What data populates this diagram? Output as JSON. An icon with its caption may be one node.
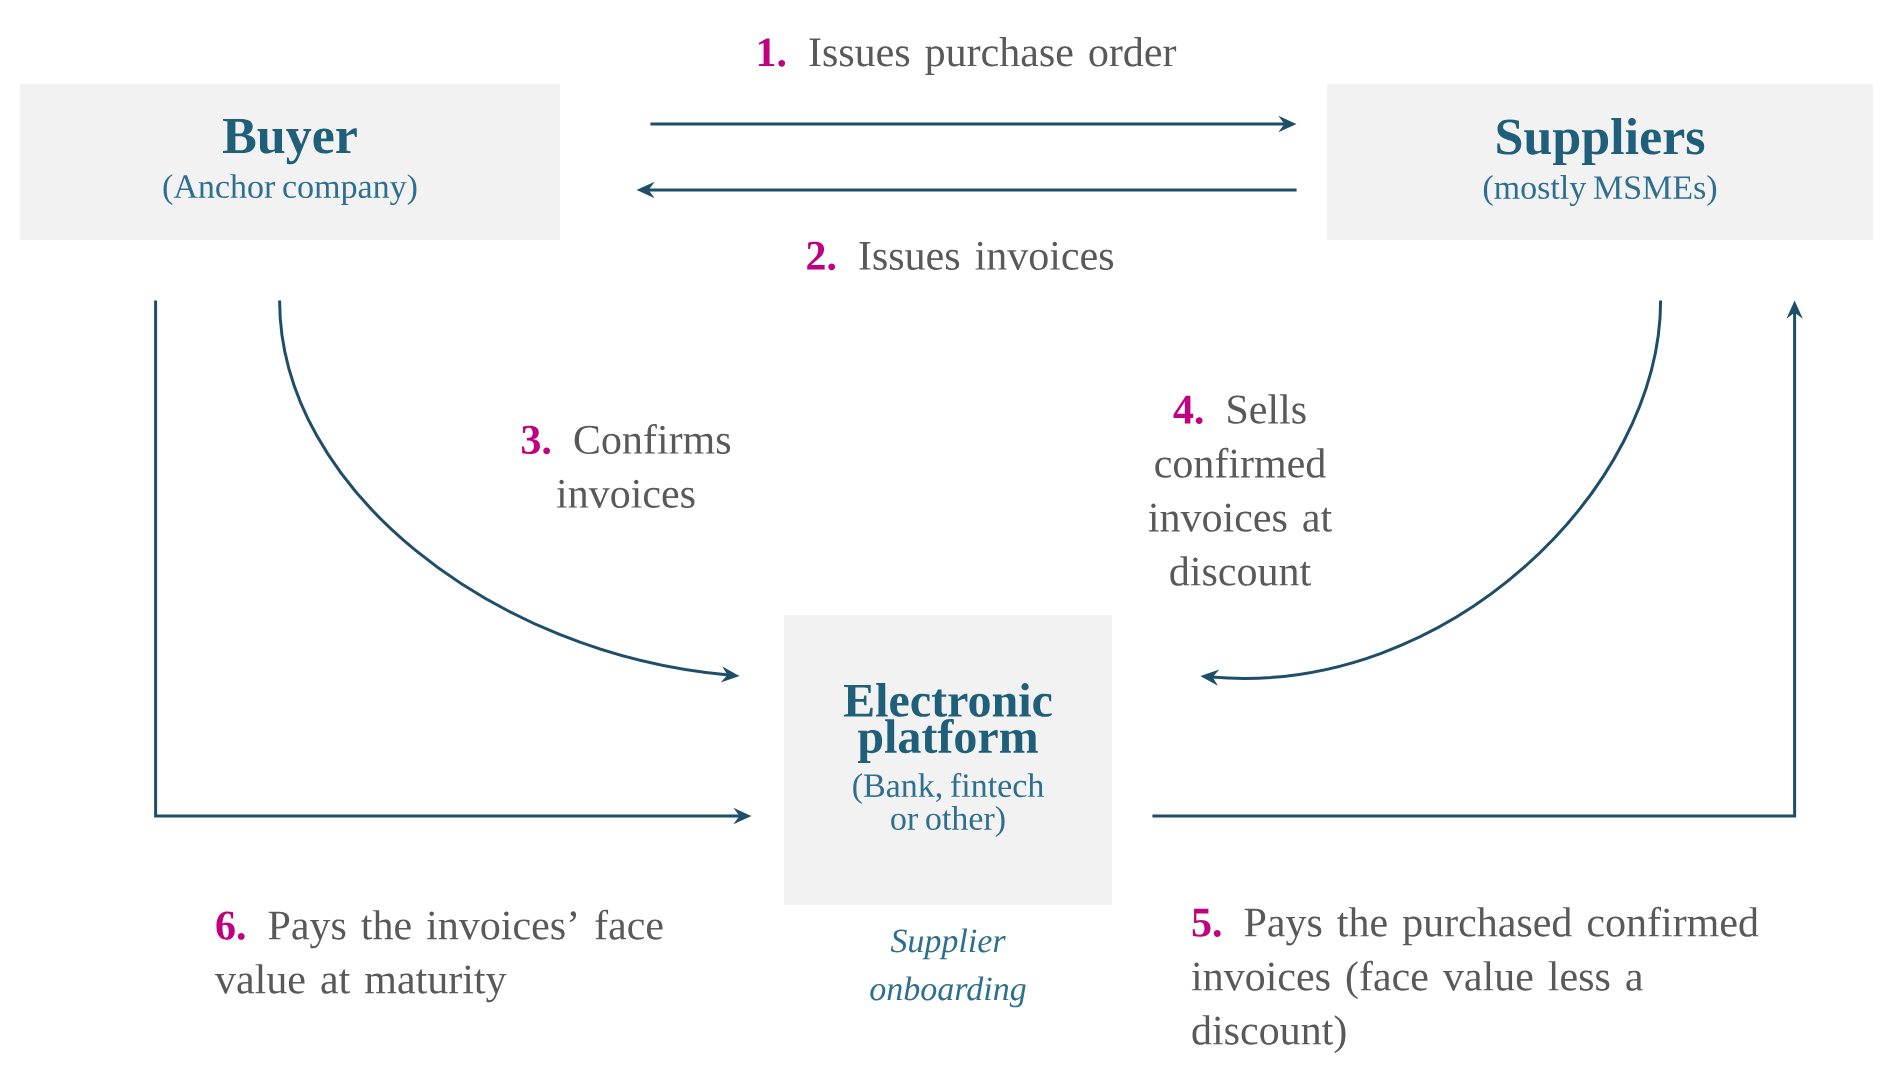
{
  "diagram": {
    "nodes": [
      {
        "text": [
          "Buyer",
          "(Anchor company)"
        ]
      },
      {
        "text": [
          "Suppliers",
          "(mostly MSMEs)"
        ]
      },
      {
        "text": [
          "Electronic platform",
          "(Bank, fintech or other)"
        ],
        "beside": [
          "Supplier onboarding"
        ]
      }
    ],
    "edges": [
      {
        "from": 0,
        "to": 1,
        "arrow": "to",
        "label": "**1.** Issues purchase order"
      },
      {
        "from": 1,
        "to": 0,
        "arrow": "to",
        "label": "**2.** Issues invoices"
      },
      {
        "from": 0,
        "to": 2,
        "arrow": "to",
        "label": "**3.** Confirms invoices"
      },
      {
        "from": 1,
        "to": 2,
        "arrow": "to",
        "label": "**4.** Sells confirmed invoices at discount"
      },
      {
        "from": 2,
        "to": 1,
        "arrow": "to",
        "label": "**5.** Pays the purchased confirmed invoices (face value less a discount)"
      },
      {
        "from": 0,
        "to": 2,
        "arrow": "to",
        "label": "**6.**  Pays the invoices’ face value at maturity"
      }
    ]
  }
}
